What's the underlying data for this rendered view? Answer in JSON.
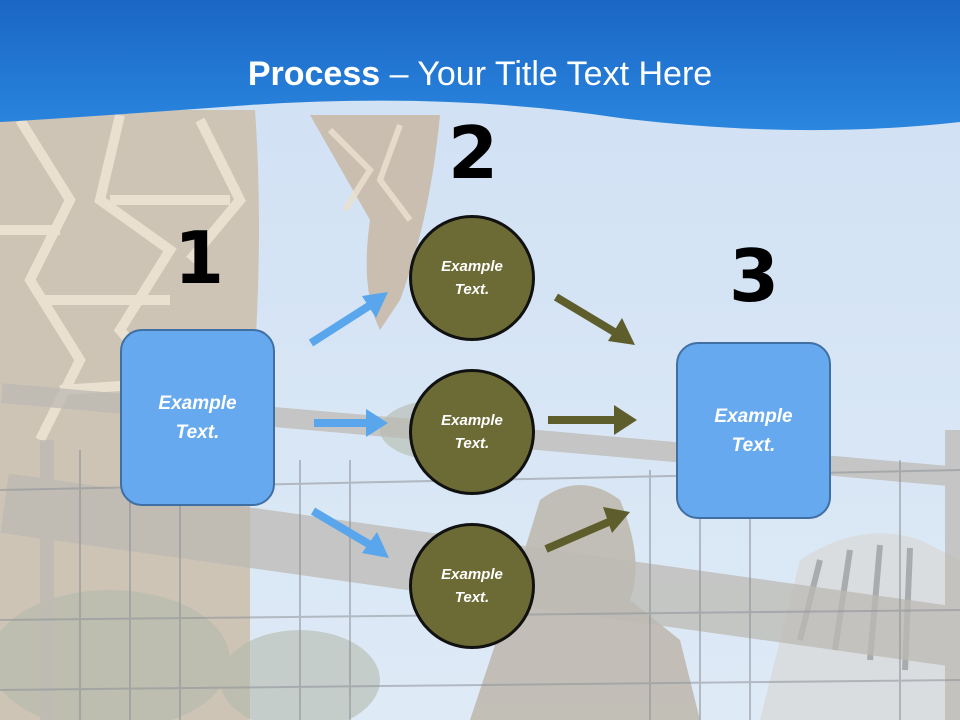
{
  "slide": {
    "title_bold": "Process",
    "title_rest": " – Your Title Text Here"
  },
  "steps": [
    {
      "number": "1",
      "label": "Example Text."
    },
    {
      "number": "2",
      "labels": [
        "Example Text.",
        "Example Text.",
        "Example Text."
      ]
    },
    {
      "number": "3",
      "label": "Example Text."
    }
  ],
  "colors": {
    "header_blue": "#1f7fd8",
    "box_blue": "#66a9ee",
    "circle_olive": "#6c6b35",
    "arrow_blue": "#5aa6ec",
    "arrow_olive": "#5e5e2c"
  }
}
